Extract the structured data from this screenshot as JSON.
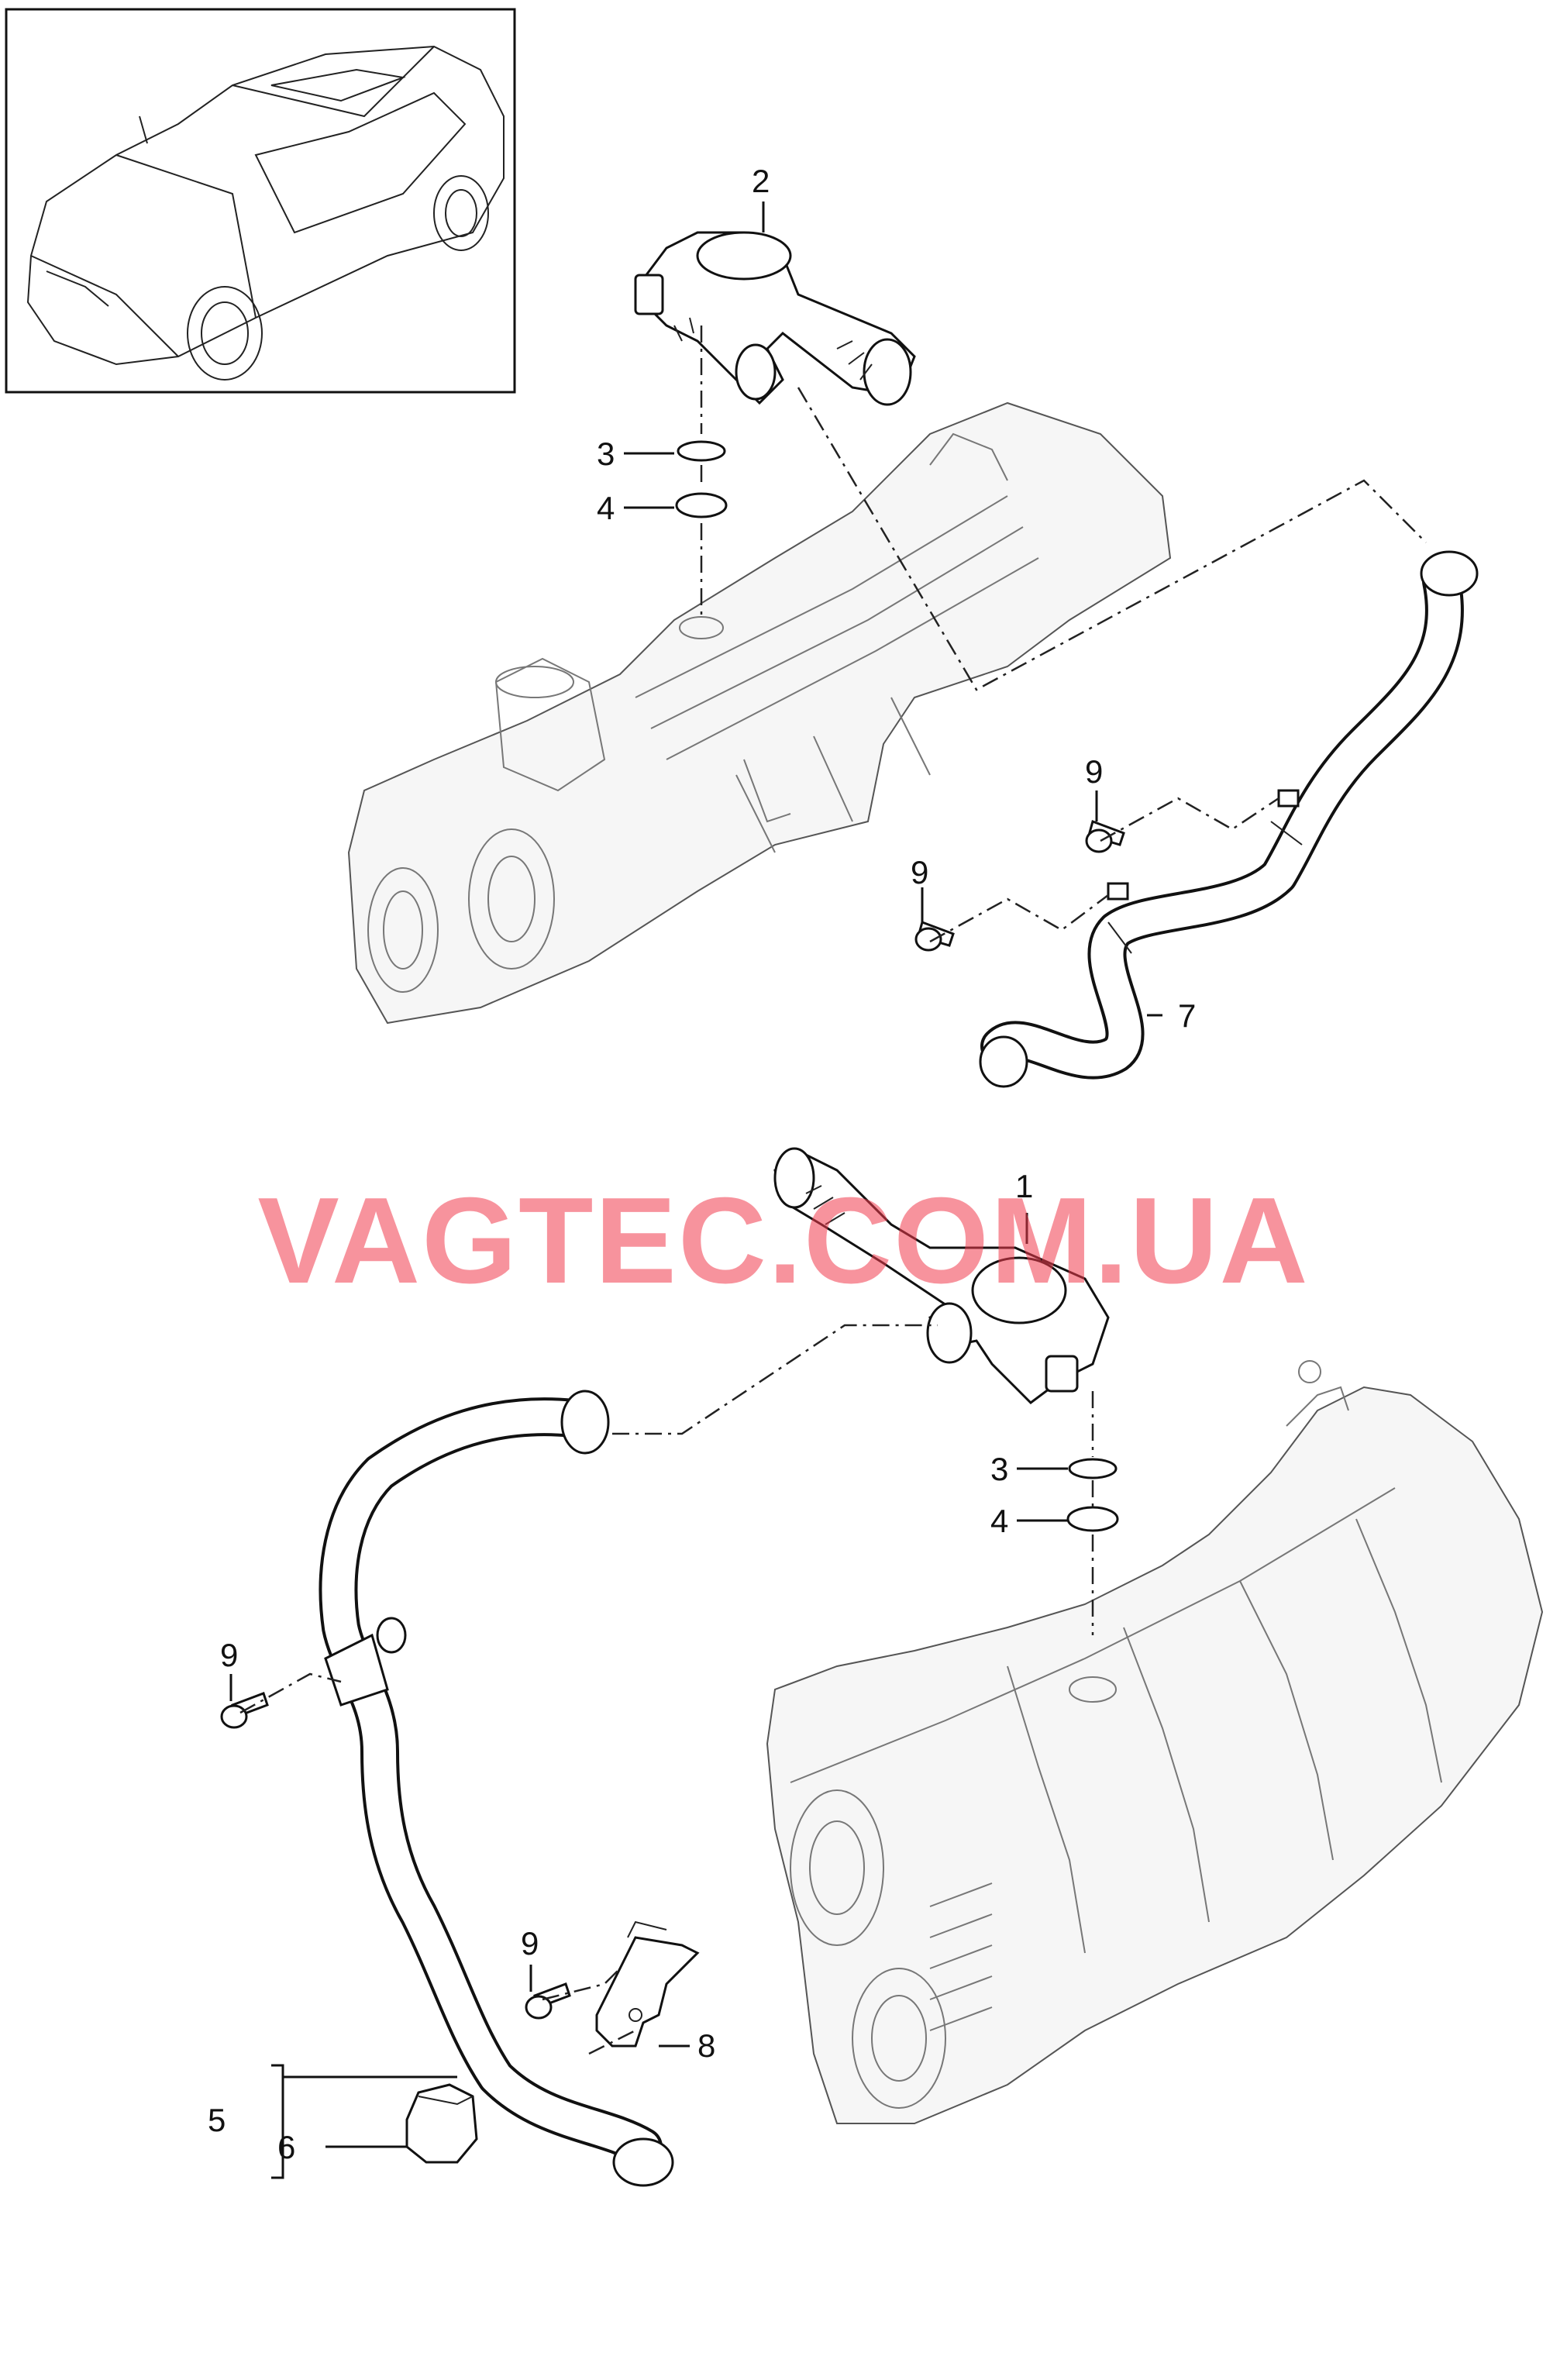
{
  "watermark": "VAGTEC.COM.UA",
  "callouts": {
    "c1": "1",
    "c2": "2",
    "c3_top": "3",
    "c4_top": "4",
    "c3_bottom": "3",
    "c4_bottom": "4",
    "c5": "5",
    "c6": "6",
    "c7": "7",
    "c8": "8",
    "c9_a": "9",
    "c9_b": "9",
    "c9_c": "9",
    "c9_d": "9"
  }
}
